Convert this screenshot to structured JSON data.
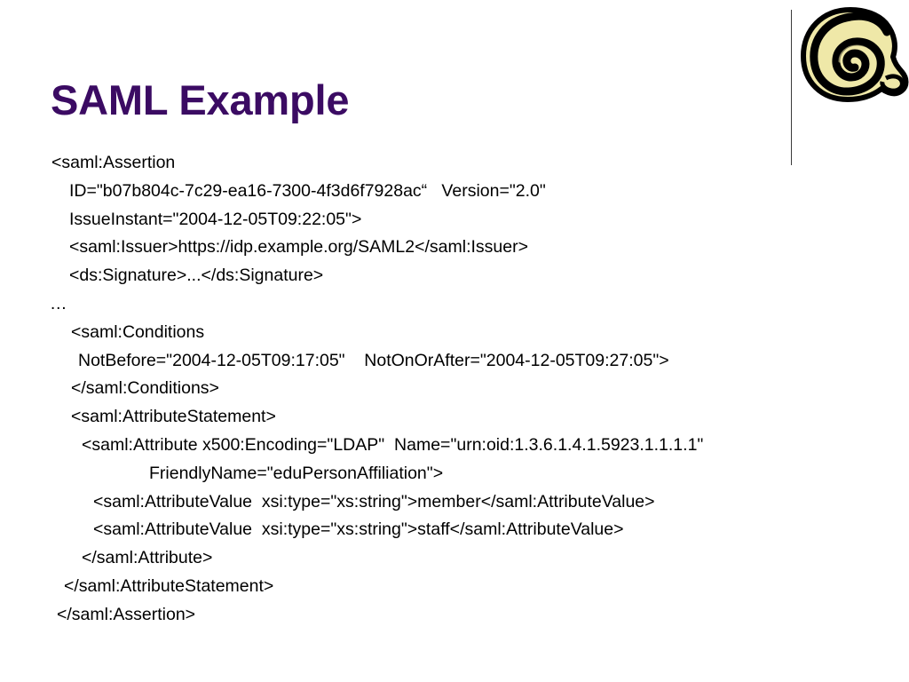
{
  "slide": {
    "title": "SAML Example",
    "title_color": "#3B0B63",
    "background_color": "#FFFFFF",
    "body_text_color": "#000000"
  },
  "logo": {
    "name": "spiral-shell-logo",
    "fill_color": "#EFE8A8",
    "outline_color": "#000000"
  },
  "code": {
    "lines": [
      {
        "indent": "ind-0",
        "text": "<saml:Assertion"
      },
      {
        "indent": "ind-1",
        "text": "ID=\"b07b804c-7c29-ea16-7300-4f3d6f7928ac“   Version=\"2.0\""
      },
      {
        "indent": "ind-1",
        "text": "IssueInstant=\"2004-12-05T09:22:05\">"
      },
      {
        "indent": "ind-1",
        "text": "<saml:Issuer>https://idp.example.org/SAML2</saml:Issuer>"
      },
      {
        "indent": "ind-1",
        "text": "<ds:Signature>...</ds:Signature>"
      },
      {
        "indent": "ind-e",
        "text": "…"
      },
      {
        "indent": "ind-2",
        "text": "<saml:Conditions"
      },
      {
        "indent": "ind-3",
        "text": "NotBefore=\"2004-12-05T09:17:05\"    NotOnOrAfter=\"2004-12-05T09:27:05\">"
      },
      {
        "indent": "ind-2",
        "text": "</saml:Conditions>"
      },
      {
        "indent": "ind-2",
        "text": "<saml:AttributeStatement>"
      },
      {
        "indent": "ind-4",
        "text": "<saml:Attribute x500:Encoding=\"LDAP\"  Name=\"urn:oid:1.3.6.1.4.1.5923.1.1.1.1\""
      },
      {
        "indent": "ind-6",
        "text": "FriendlyName=\"eduPersonAffiliation\">"
      },
      {
        "indent": "ind-5",
        "text": "<saml:AttributeValue  xsi:type=\"xs:string\">member</saml:AttributeValue>"
      },
      {
        "indent": "ind-5",
        "text": "<saml:AttributeValue  xsi:type=\"xs:string\">staff</saml:AttributeValue>"
      },
      {
        "indent": "ind-4",
        "text": "</saml:Attribute>"
      },
      {
        "indent": "ind-7",
        "text": "</saml:AttributeStatement>"
      },
      {
        "indent": "ind-8",
        "text": "</saml:Assertion>"
      }
    ]
  }
}
